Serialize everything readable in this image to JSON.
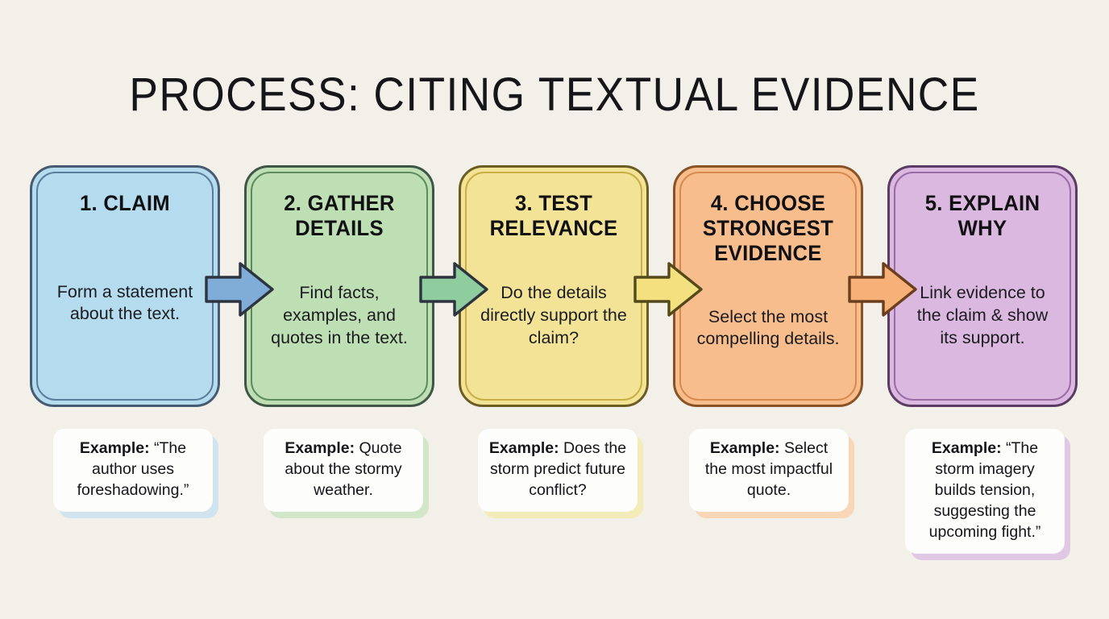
{
  "title": "PROCESS: CITING TEXTUAL EVIDENCE",
  "background_color": "#f2f0e9",
  "steps": [
    {
      "number": "1.",
      "title": "1. CLAIM",
      "description": "Form a statement about the text.",
      "fill_color": "#b5dcee",
      "border_color": "#465a72",
      "example_label": "Example:",
      "example_text": " “The author uses foreshadowing.”",
      "example_shadow": "#cfe4ef"
    },
    {
      "number": "2.",
      "title": "2. GATHER DETAILS",
      "description": "Find facts, examples, and quotes in the text.",
      "fill_color": "#bedfb4",
      "border_color": "#3f5546",
      "example_label": "Example:",
      "example_text": " Quote about the stormy weather.",
      "example_shadow": "#d2e7ca"
    },
    {
      "number": "3.",
      "title": "3. TEST RELEVANCE",
      "description": "Do the details directly support the claim?",
      "fill_color": "#f2e396",
      "border_color": "#6b5d22",
      "example_label": "Example:",
      "example_text": " Does the storm predict future conflict?",
      "example_shadow": "#f4ecb8"
    },
    {
      "number": "4.",
      "title": "4. CHOOSE STRONGEST EVIDENCE",
      "description": "Select the most compelling details.",
      "fill_color": "#f8bd8c",
      "border_color": "#8a5326",
      "example_label": "Example:",
      "example_text": " Select the most impactful quote.",
      "example_shadow": "#f8d6b6"
    },
    {
      "number": "5.",
      "title": "5. EXPLAIN WHY",
      "description": "Link evidence to the claim & show its support.",
      "fill_color": "#dbb8df",
      "border_color": "#5b3a63",
      "example_label": "Example:",
      "example_text": " “The storm imagery builds tension, suggesting the upcoming fight.”",
      "example_shadow": "#e0c8e4"
    }
  ],
  "arrows": [
    {
      "name": "arrow-1-to-2",
      "fill": "#7fadd8",
      "stroke": "#2d3440"
    },
    {
      "name": "arrow-2-to-3",
      "fill": "#8fcc9e",
      "stroke": "#2d3440"
    },
    {
      "name": "arrow-3-to-4",
      "fill": "#f3e07f",
      "stroke": "#54491a"
    },
    {
      "name": "arrow-4-to-5",
      "fill": "#f7b077",
      "stroke": "#6b3f1d"
    }
  ]
}
